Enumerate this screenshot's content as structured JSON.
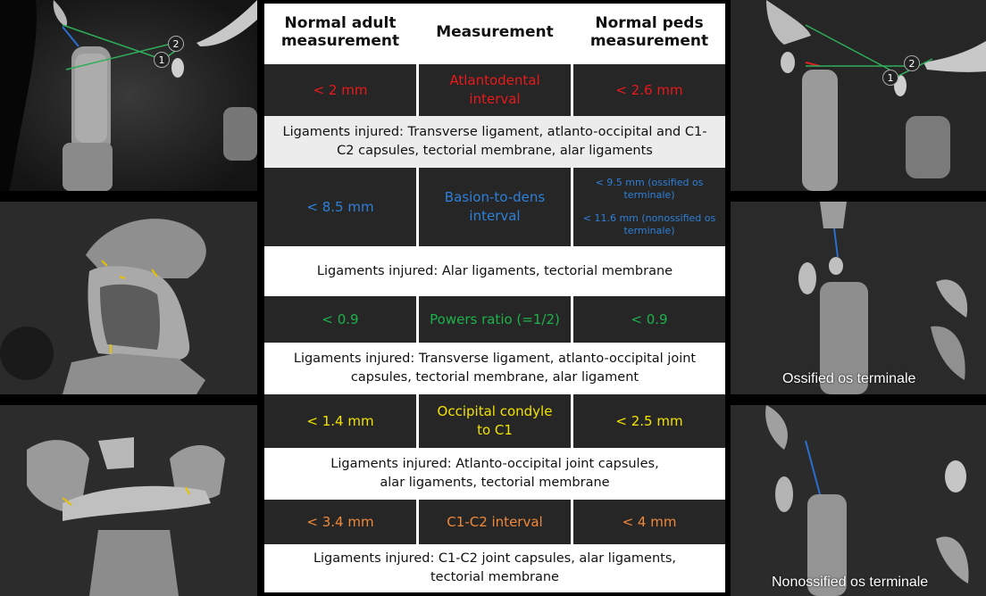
{
  "table": {
    "headers": {
      "adult": "Normal adult measurement",
      "measurement": "Measurement",
      "peds": "Normal peds measurement"
    },
    "rows": [
      {
        "adult": "< 2 mm",
        "measurement": "Atlantodental interval",
        "peds": "< 2.6 mm",
        "color": "#e8191b",
        "ligaments": "Ligaments injured: Transverse ligament, atlanto-occipital and C1-C2 capsules, tectorial membrane, alar ligaments"
      },
      {
        "adult": "< 8.5 mm",
        "measurement": "Basion-to-dens interval",
        "peds_line1": "< 9.5 mm (ossified os terminale)",
        "peds_line2": "< 11.6 mm (nonossified os terminale)",
        "color": "#2e7fd8",
        "ligaments": "Ligaments injured: Alar ligaments, tectorial membrane"
      },
      {
        "adult": "< 0.9",
        "measurement": "Powers ratio (=1/2)",
        "peds": "< 0.9",
        "color": "#1db14b",
        "ligaments": "Ligaments injured: Transverse ligament, atlanto-occipital joint capsules, tectorial membrane, alar ligament"
      },
      {
        "adult": "< 1.4 mm",
        "measurement": "Occipital condyle to C1",
        "peds": "< 2.5 mm",
        "color": "#f2e200",
        "ligaments": "Ligaments injured: Atlanto-occipital joint capsules, alar ligaments, tectorial membrane"
      },
      {
        "adult": "< 3.4 mm",
        "measurement": "C1-C2 interval",
        "peds": "< 4 mm",
        "color": "#f0883a",
        "ligaments": "Ligaments injured: C1-C2 joint capsules, alar ligaments, tectorial membrane"
      }
    ]
  },
  "images": {
    "left_top": {
      "marker_1": "1",
      "marker_2": "2"
    },
    "right_top": {
      "marker_1": "1",
      "marker_2": "2"
    },
    "right_middle_label": "Ossified os terminale",
    "right_bottom_label": "Nonossified os terminale"
  },
  "colors": {
    "green_line": "#2fae5a",
    "blue_line": "#2a6fd0",
    "yellow_mark": "#e6c200",
    "red_mark": "#e02020"
  }
}
